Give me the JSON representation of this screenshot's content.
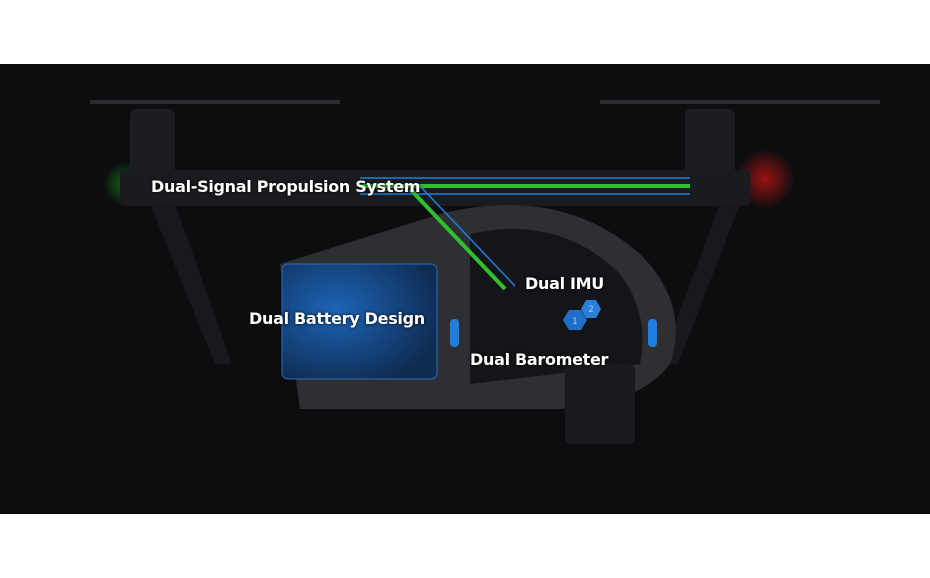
{
  "labels": {
    "propulsion": "Dual-Signal Propulsion System",
    "battery": "Dual Battery Design",
    "imu": "Dual IMU",
    "barometer": "Dual Barometer"
  },
  "imu_badges": [
    "1",
    "2"
  ],
  "colors": {
    "background": "#0c0d0f",
    "signal_green": "#2fbf2f",
    "signal_blue": "#1f7fe0",
    "battery_blue": "#1a5aa8",
    "led_red": "#d01818"
  }
}
